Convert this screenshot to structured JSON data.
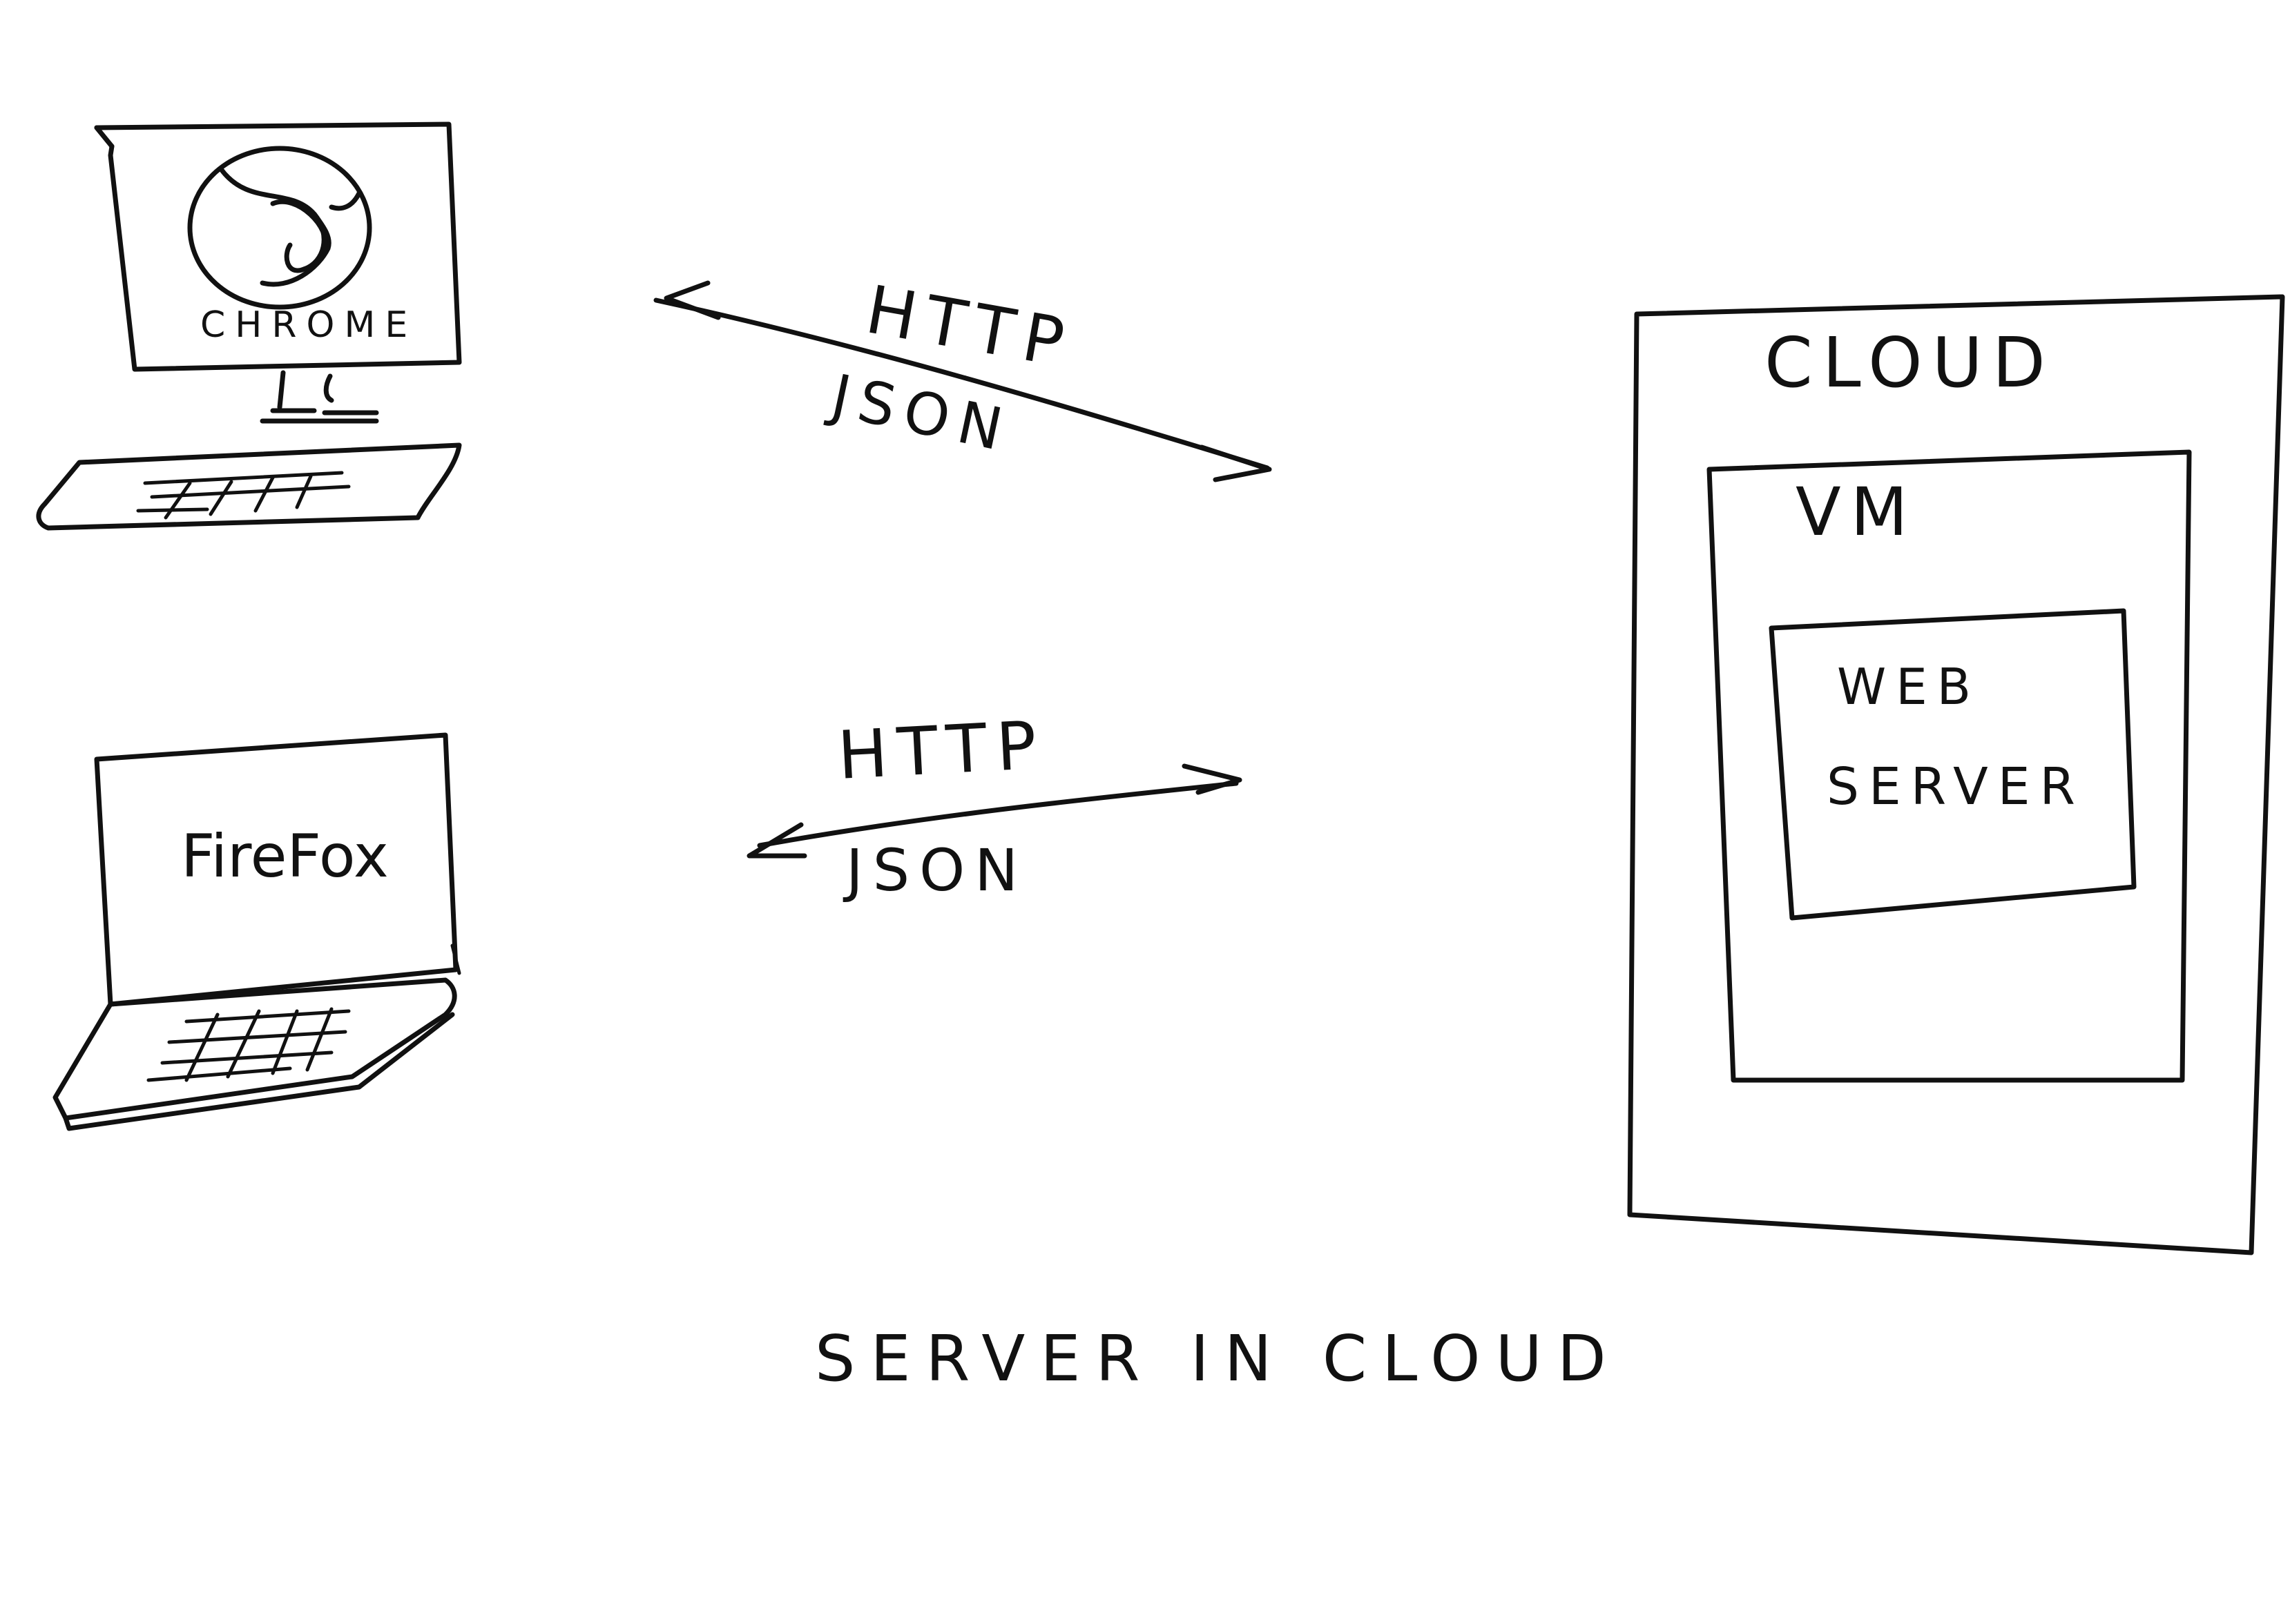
{
  "title": "SERVER IN CLOUD",
  "clients": {
    "desktop_label": "CHROME",
    "laptop_label": "FireFox"
  },
  "connections": {
    "top": {
      "protocol": "HTTP",
      "format": "JSON"
    },
    "bottom": {
      "protocol": "HTTP",
      "format": "JSON"
    }
  },
  "cloud": {
    "label": "CLOUD",
    "vm_label": "VM",
    "web_server_line1": "WEB",
    "web_server_line2": "SERVER"
  },
  "colors": {
    "ink": "#111111",
    "paper": "#ffffff"
  }
}
